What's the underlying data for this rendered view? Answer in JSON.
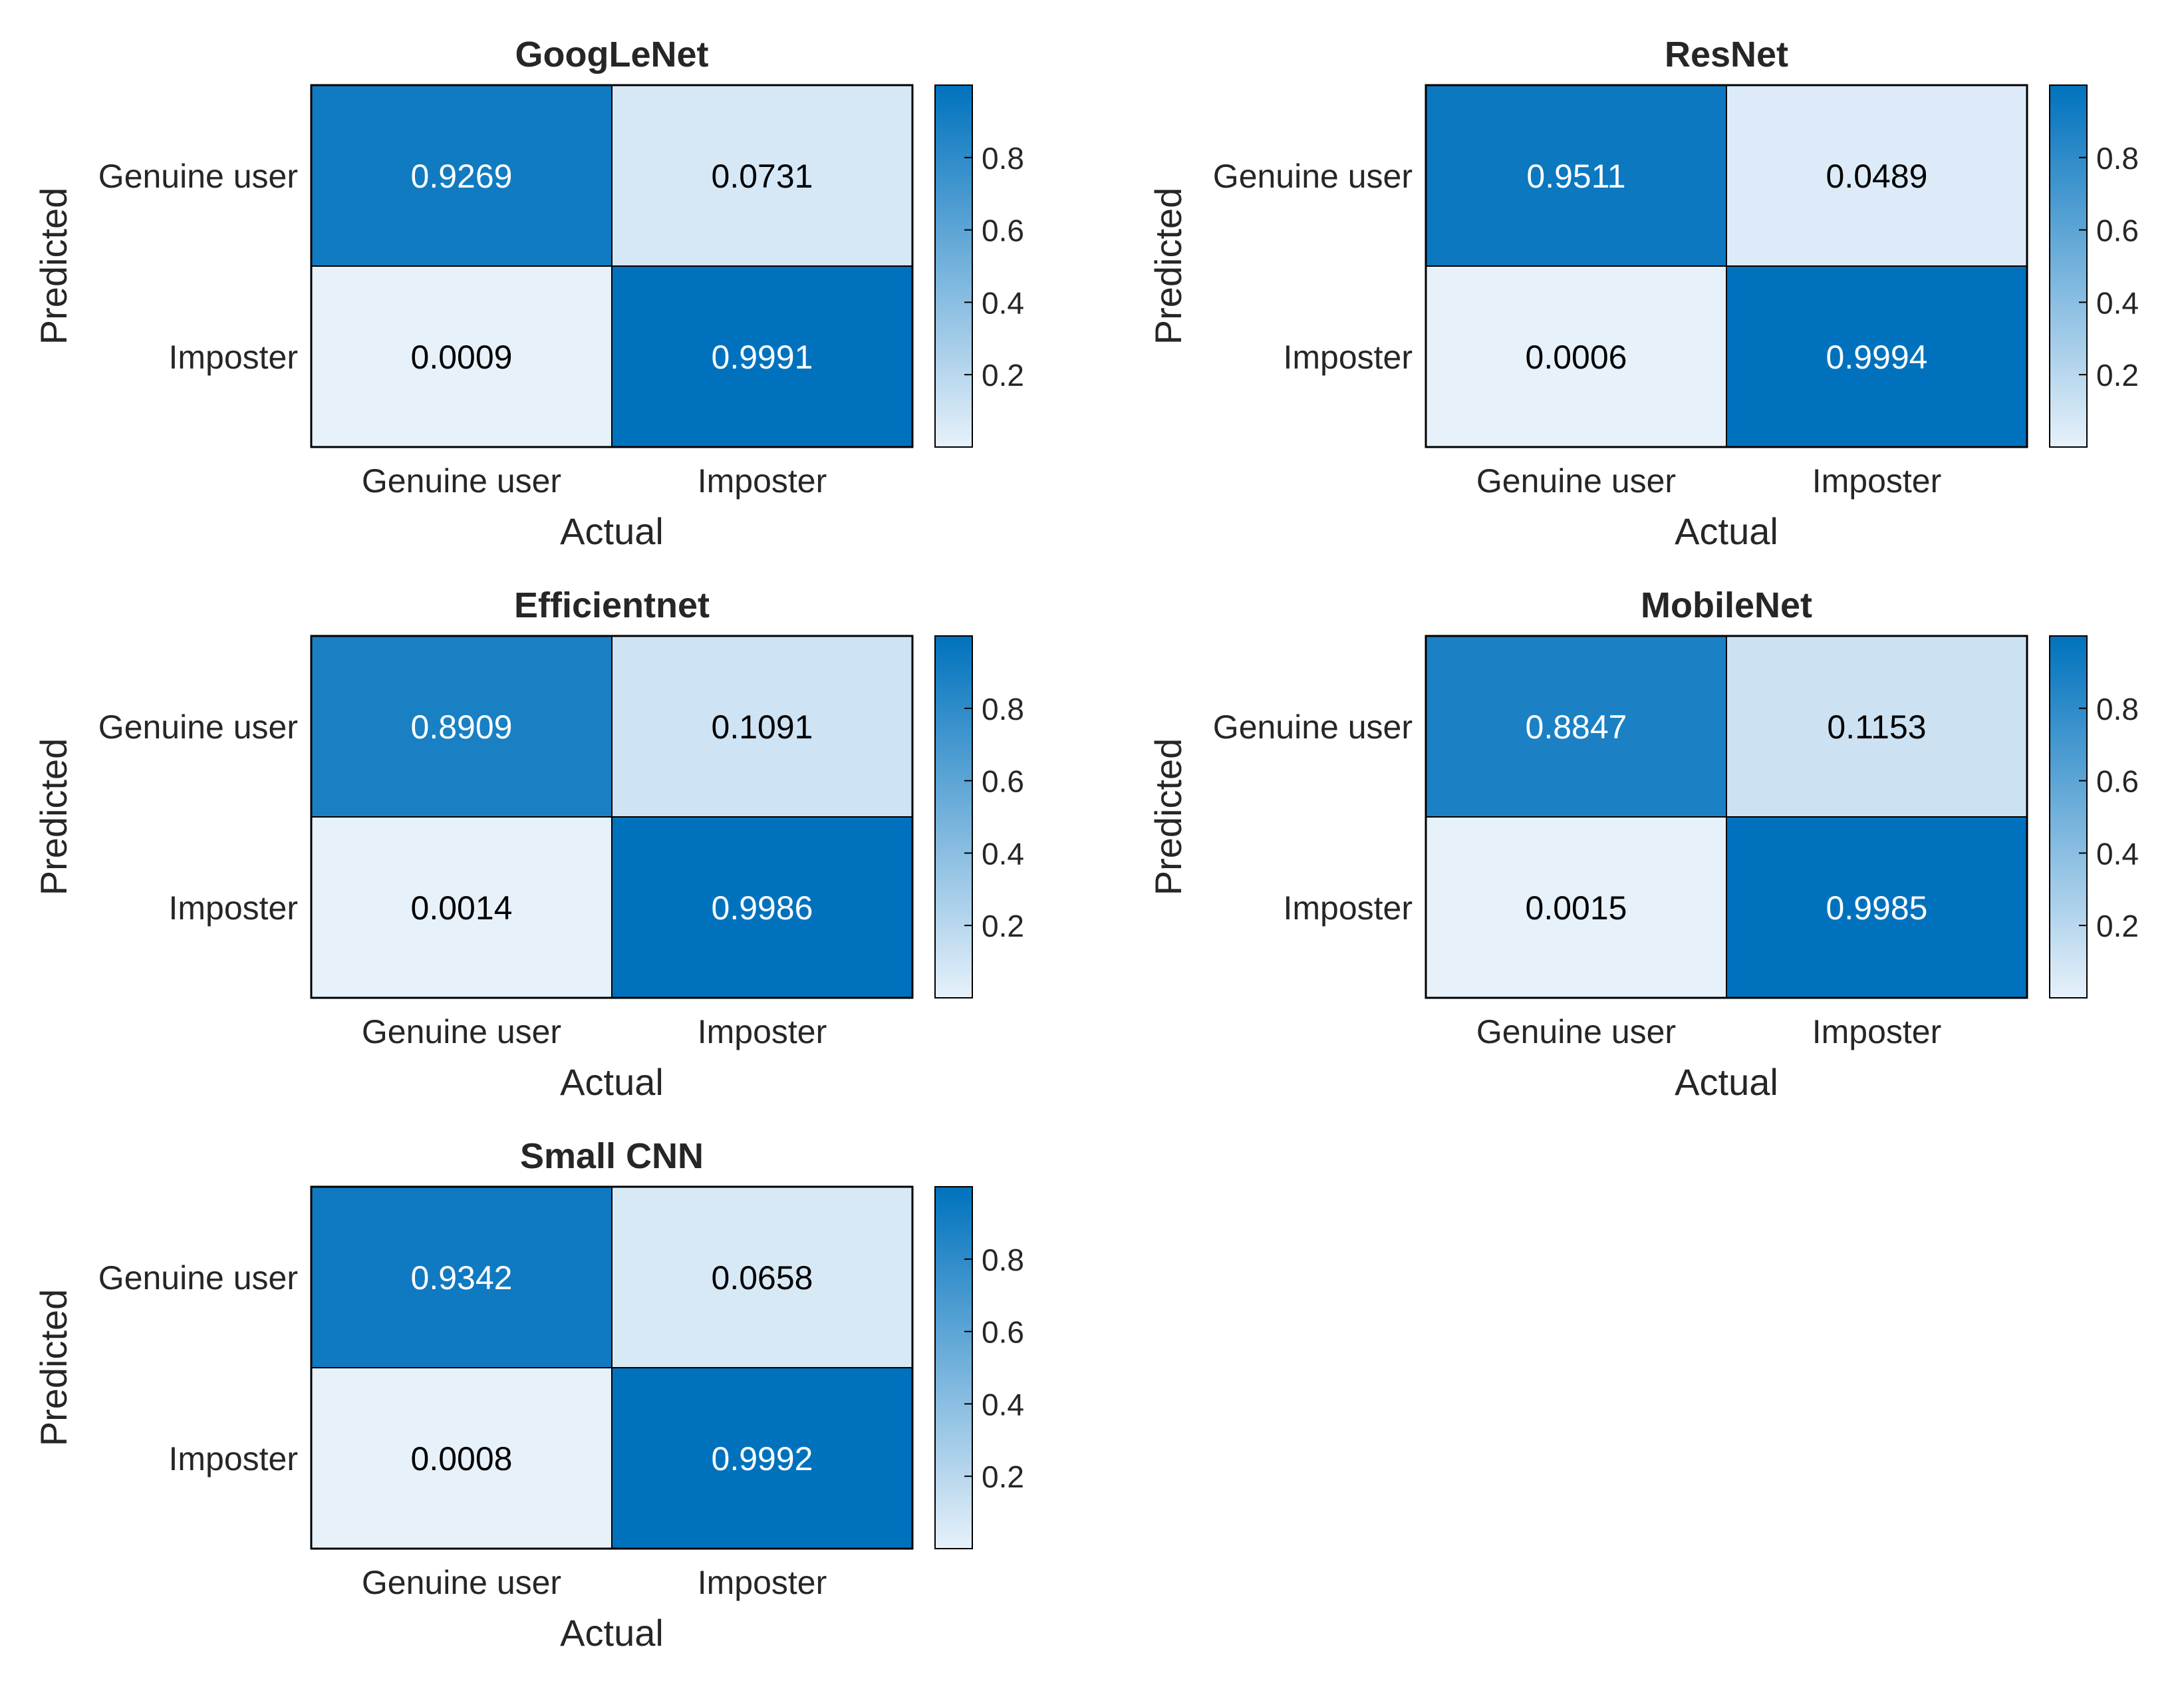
{
  "chart_data": [
    {
      "type": "heatmap",
      "title": "GoogLeNet",
      "xlabel": "Actual",
      "ylabel": "Predicted",
      "x_categories": [
        "Genuine user",
        "Imposter"
      ],
      "y_categories": [
        "Genuine user",
        "Imposter"
      ],
      "values": [
        [
          0.9269,
          0.0731
        ],
        [
          0.0009,
          0.9991
        ]
      ],
      "labels": [
        [
          "0.9269",
          "0.0731"
        ],
        [
          "0.0009",
          "0.9991"
        ]
      ],
      "colorbar": {
        "range": [
          0,
          1
        ],
        "ticks": [
          "0.2",
          "0.4",
          "0.6",
          "0.8"
        ]
      }
    },
    {
      "type": "heatmap",
      "title": "ResNet",
      "xlabel": "Actual",
      "ylabel": "Predicted",
      "x_categories": [
        "Genuine user",
        "Imposter"
      ],
      "y_categories": [
        "Genuine user",
        "Imposter"
      ],
      "values": [
        [
          0.9511,
          0.0489
        ],
        [
          0.0006,
          0.9994
        ]
      ],
      "labels": [
        [
          "0.9511",
          "0.0489"
        ],
        [
          "0.0006",
          "0.9994"
        ]
      ],
      "colorbar": {
        "range": [
          0,
          1
        ],
        "ticks": [
          "0.2",
          "0.4",
          "0.6",
          "0.8"
        ]
      }
    },
    {
      "type": "heatmap",
      "title": "Efficientnet",
      "xlabel": "Actual",
      "ylabel": "Predicted",
      "x_categories": [
        "Genuine user",
        "Imposter"
      ],
      "y_categories": [
        "Genuine user",
        "Imposter"
      ],
      "values": [
        [
          0.8909,
          0.1091
        ],
        [
          0.0014,
          0.9986
        ]
      ],
      "labels": [
        [
          "0.8909",
          "0.1091"
        ],
        [
          "0.0014",
          "0.9986"
        ]
      ],
      "colorbar": {
        "range": [
          0,
          1
        ],
        "ticks": [
          "0.2",
          "0.4",
          "0.6",
          "0.8"
        ]
      }
    },
    {
      "type": "heatmap",
      "title": "MobileNet",
      "xlabel": "Actual",
      "ylabel": "Predicted",
      "x_categories": [
        "Genuine user",
        "Imposter"
      ],
      "y_categories": [
        "Genuine user",
        "Imposter"
      ],
      "values": [
        [
          0.8847,
          0.1153
        ],
        [
          0.0015,
          0.9985
        ]
      ],
      "labels": [
        [
          "0.8847",
          "0.1153"
        ],
        [
          "0.0015",
          "0.9985"
        ]
      ],
      "colorbar": {
        "range": [
          0,
          1
        ],
        "ticks": [
          "0.2",
          "0.4",
          "0.6",
          "0.8"
        ]
      }
    },
    {
      "type": "heatmap",
      "title": "Small CNN",
      "xlabel": "Actual",
      "ylabel": "Predicted",
      "x_categories": [
        "Genuine user",
        "Imposter"
      ],
      "y_categories": [
        "Genuine user",
        "Imposter"
      ],
      "values": [
        [
          0.9342,
          0.0658
        ],
        [
          0.0008,
          0.9992
        ]
      ],
      "labels": [
        [
          "0.9342",
          "0.0658"
        ],
        [
          "0.0008",
          "0.9992"
        ]
      ],
      "colorbar": {
        "range": [
          0,
          1
        ],
        "ticks": [
          "0.2",
          "0.4",
          "0.6",
          "0.8"
        ]
      }
    }
  ],
  "colors": {
    "low": "#e7f1fa",
    "high": "#0072bd",
    "text_dark": "#000000",
    "text_light": "#ffffff",
    "axis_text": "#262626"
  }
}
